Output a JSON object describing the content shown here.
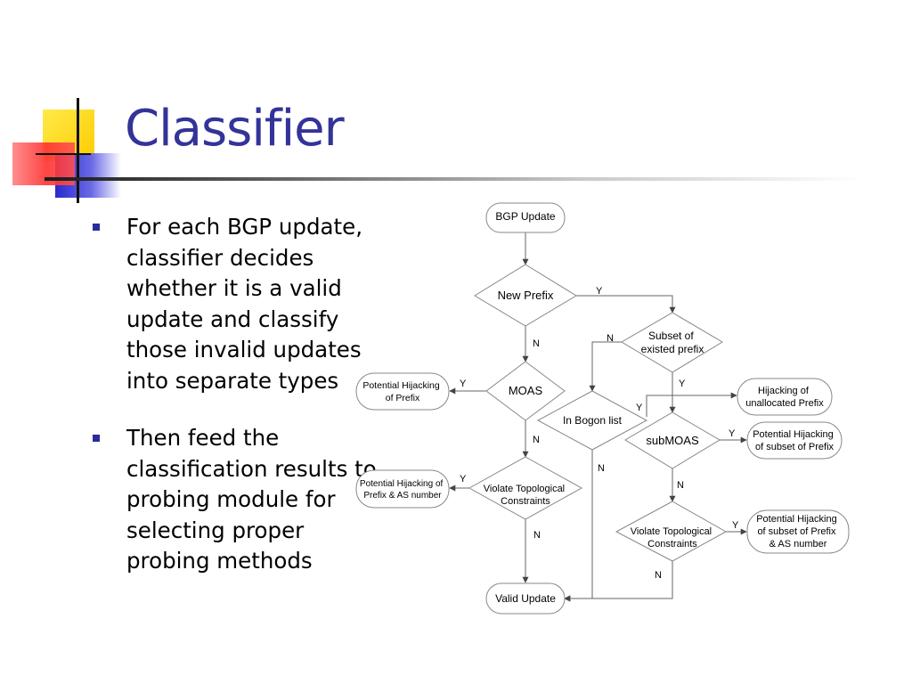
{
  "slide": {
    "title": "Classifier",
    "bullets": [
      "For each BGP update, classifier decides whether it is a valid update and classify those invalid updates into separate types",
      "Then feed the classification results to probing module for selecting proper probing methods"
    ]
  },
  "colors": {
    "title": "#333399",
    "bullet": "#2b2b9e",
    "deco_yellow": "#ffd700",
    "deco_red": "#ff4040",
    "deco_blue": "#3333cc"
  },
  "flowchart": {
    "nodes": {
      "bgp_update": {
        "lines": [
          "BGP Update"
        ]
      },
      "new_prefix": {
        "lines": [
          "New Prefix"
        ]
      },
      "subset": {
        "lines": [
          "Subset of",
          "existed prefix"
        ]
      },
      "moas": {
        "lines": [
          "MOAS"
        ]
      },
      "hijack_prefix": {
        "lines": [
          "Potential Hijacking",
          "of Prefix"
        ]
      },
      "bogon": {
        "lines": [
          "In Bogon list"
        ]
      },
      "unallocated": {
        "lines": [
          "Hijacking of",
          "unallocated Prefix"
        ]
      },
      "submoas": {
        "lines": [
          "subMOAS"
        ]
      },
      "hijack_subset": {
        "lines": [
          "Potential Hijacking",
          "of subset of Prefix"
        ]
      },
      "violate1": {
        "lines": [
          "Violate Topological",
          "Constraints"
        ]
      },
      "hijack_prefix_as": {
        "lines": [
          "Potential Hijacking of",
          "Prefix & AS number"
        ]
      },
      "violate2": {
        "lines": [
          "Violate Topological",
          "Constraints"
        ]
      },
      "hijack_subset_as": {
        "lines": [
          "Potential Hijacking",
          "of subset of Prefix",
          "& AS number"
        ]
      },
      "valid_update": {
        "lines": [
          "Valid Update"
        ]
      }
    },
    "edge_labels": {
      "np_y": "Y",
      "np_n": "N",
      "sub_n": "N",
      "sub_y": "Y",
      "moas_y": "Y",
      "moas_n": "N",
      "bog_y": "Y",
      "bog_n": "N",
      "sm_y": "Y",
      "sm_n": "N",
      "v1_y": "Y",
      "v1_n": "N",
      "v2_y": "Y",
      "v2_n": "N"
    }
  }
}
